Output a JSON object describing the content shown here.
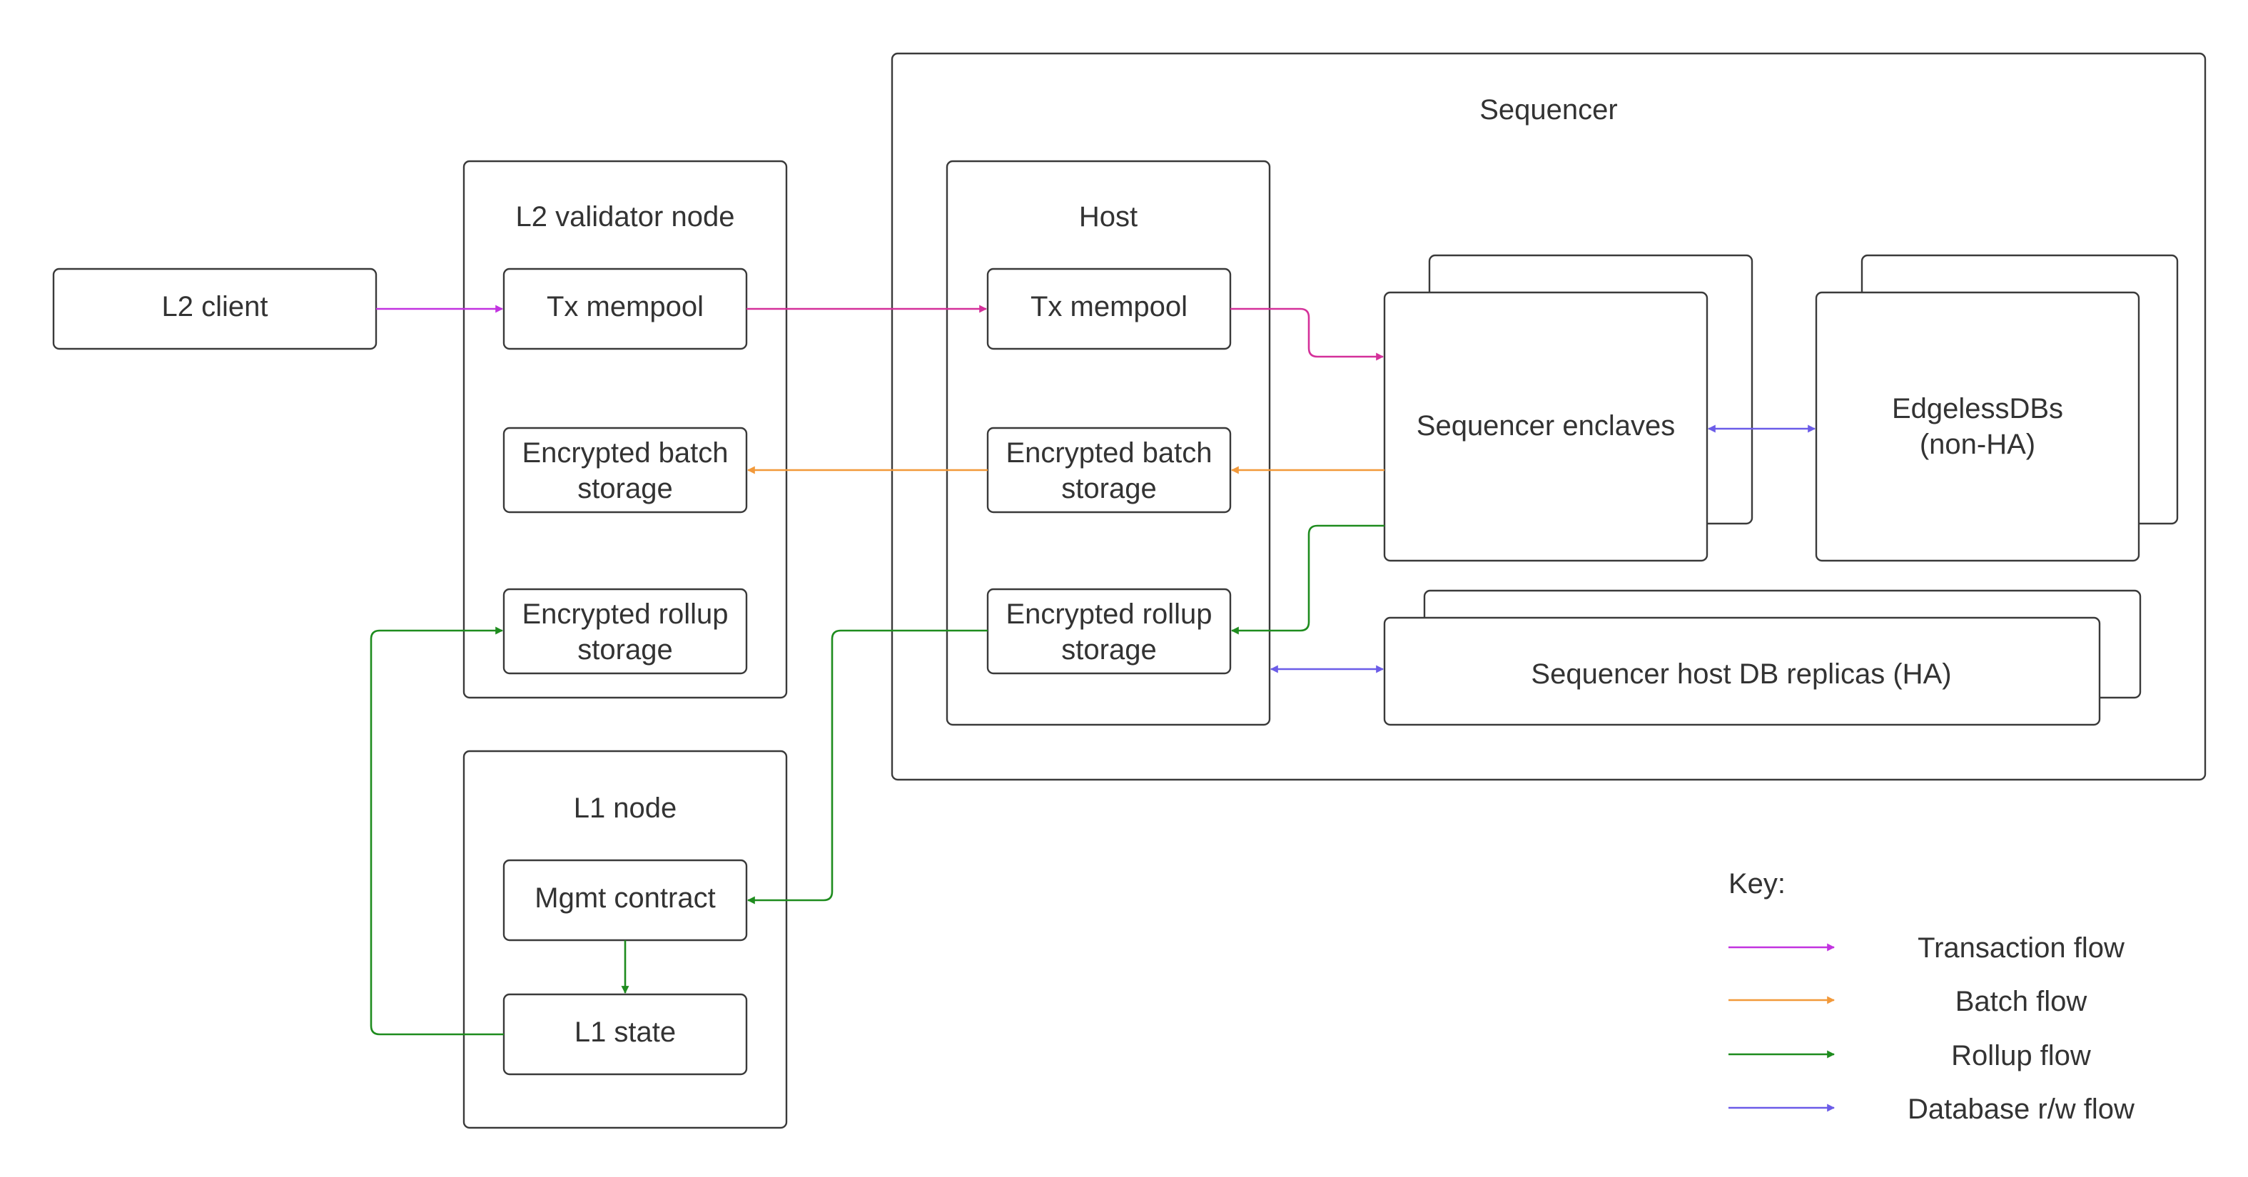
{
  "colors": {
    "transaction": "#c233e0",
    "batch": "#f2993a",
    "rollup": "#1e8c1e",
    "database": "#6b5ce8",
    "border": "#3a3a3a",
    "text": "#333333"
  },
  "nodes": {
    "l2_client": "L2 client",
    "l2_validator_node": {
      "title": "L2 validator node",
      "tx_mempool": "Tx mempool",
      "batch_storage": [
        "Encrypted batch",
        "storage"
      ],
      "rollup_storage": [
        "Encrypted rollup",
        "storage"
      ]
    },
    "l1_node": {
      "title": "L1 node",
      "mgmt_contract": "Mgmt contract",
      "l1_state": "L1 state"
    },
    "sequencer": {
      "title": "Sequencer",
      "host": {
        "title": "Host",
        "tx_mempool": "Tx mempool",
        "batch_storage": [
          "Encrypted batch",
          "storage"
        ],
        "rollup_storage": [
          "Encrypted rollup",
          "storage"
        ]
      },
      "enclaves": "Sequencer enclaves",
      "edgeless_dbs": [
        "EdgelessDBs",
        "(non-HA)"
      ],
      "host_db_replicas": "Sequencer host DB replicas (HA)"
    }
  },
  "key": {
    "title": "Key:",
    "items": [
      {
        "label": "Transaction flow",
        "color_key": "transaction"
      },
      {
        "label": "Batch flow",
        "color_key": "batch"
      },
      {
        "label": "Rollup flow",
        "color_key": "rollup"
      },
      {
        "label": "Database r/w flow",
        "color_key": "database"
      }
    ]
  }
}
